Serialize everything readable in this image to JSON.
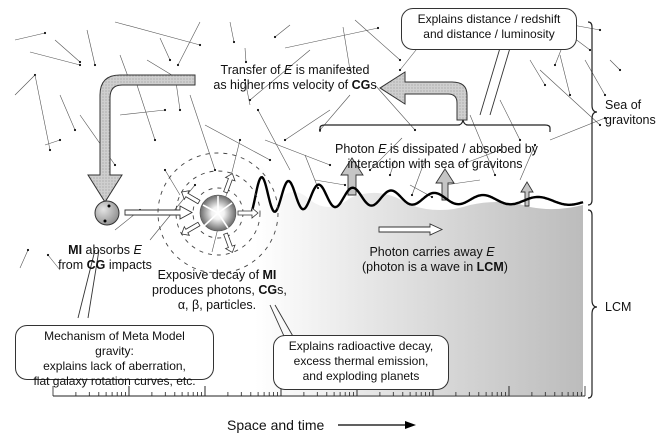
{
  "diagram": {
    "callouts": {
      "redshift": [
        "Explains distance / redshift",
        "and distance / luminosity"
      ],
      "gravity": [
        "Mechanism of Meta Model gravity:",
        "explains lack of aberration,",
        "flat galaxy rotation curves, etc."
      ],
      "radioactive": [
        "Explains radioactive decay,",
        "excess thermal emission,",
        "and exploding planets"
      ]
    },
    "labels": {
      "transfer_1a": "Transfer of ",
      "transfer_1b": "E",
      "transfer_1c": " is manifested",
      "transfer_2a": "as higher rms velocity of ",
      "transfer_2b": "CG",
      "transfer_2c": "s",
      "dissipated_1a": "Photon ",
      "dissipated_1b": "E",
      "dissipated_1c": " is dissipated / absorbed by",
      "dissipated_2": "interaction with sea of gravitons",
      "mi_absorbs_1a": "MI",
      "mi_absorbs_1b": " absorbs ",
      "mi_absorbs_1c": "E",
      "mi_absorbs_2a": "from ",
      "mi_absorbs_2b": "CG",
      "mi_absorbs_2c": " impacts",
      "decay_1a": "Exposive decay of ",
      "decay_1b": "MI",
      "decay_2a": "produces photons, ",
      "decay_2b": "CG",
      "decay_2c": "s,",
      "decay_3": "α, β, particles.",
      "photon_1a": "Photon carries away ",
      "photon_1b": "E",
      "photon_2a": "(photon is a wave in ",
      "photon_2b": "LCM",
      "photon_2c": ")"
    },
    "regions": {
      "sea": [
        "Sea of",
        "gravitons"
      ],
      "lcm": "LCM"
    },
    "axis": {
      "label": "Space and time"
    },
    "colors": {
      "arrow_fill": "#c8c8c8",
      "stroke": "#222222",
      "lcm_gradient_start": "#ffffff",
      "lcm_gradient_end": "#bdbdbd"
    }
  }
}
